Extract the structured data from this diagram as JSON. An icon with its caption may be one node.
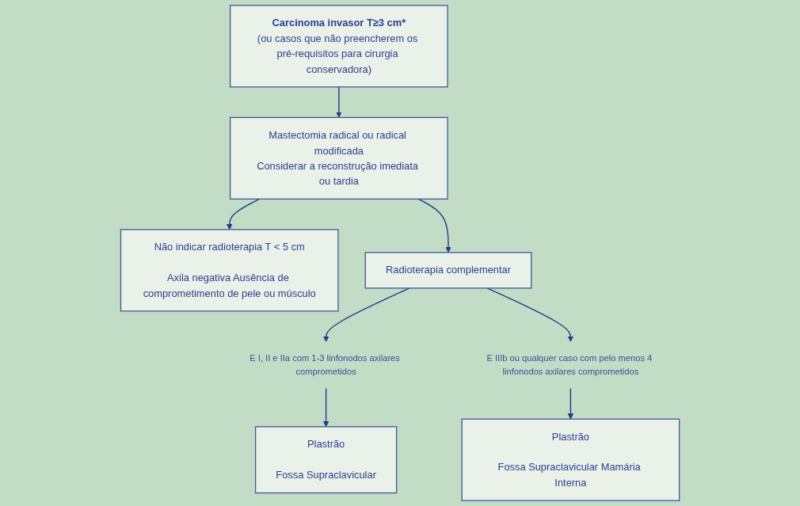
{
  "diagram": {
    "nodes": [
      {
        "text": [
          "Carcinoma invasor T≥3 cm*",
          "(ou casos que não preencherem os pré-requisitos para cirurgia conservadora)"
        ]
      },
      {
        "text": [
          "Mastectomia radical ou radical modificada",
          "Considerar a reconstrução imediata ou tardia"
        ]
      },
      {
        "text": [
          "Não indicar radioterapia T < 5 cm",
          "Axila negativa Ausência de comprometimento de pele ou músculo"
        ]
      },
      {
        "text": [
          "Radioterapia complementar"
        ]
      },
      {
        "text": [
          "E I, II e IIa com 1-3 linfonodos axilares comprometidos"
        ]
      },
      {
        "text": [
          "E IIIb ou qualquer caso com pelo menos 4 linfonodos axilares comprometidos"
        ]
      },
      {
        "text": [
          "Plastrão",
          "Fossa Supraclavicular"
        ]
      },
      {
        "text": [
          "Plastrão",
          "Fossa Supraclavicular Mamária Interna"
        ]
      }
    ],
    "edges": [
      {
        "from": 0,
        "to": 1,
        "arrow": "to"
      },
      {
        "from": 1,
        "to": 2,
        "arrow": "to"
      },
      {
        "from": 1,
        "to": 3,
        "arrow": "to"
      },
      {
        "from": 3,
        "to": 4,
        "arrow": "to"
      },
      {
        "from": 3,
        "to": 5,
        "arrow": "to"
      },
      {
        "from": 4,
        "to": 6,
        "arrow": "to"
      },
      {
        "from": 5,
        "to": 7,
        "arrow": "to"
      }
    ]
  }
}
